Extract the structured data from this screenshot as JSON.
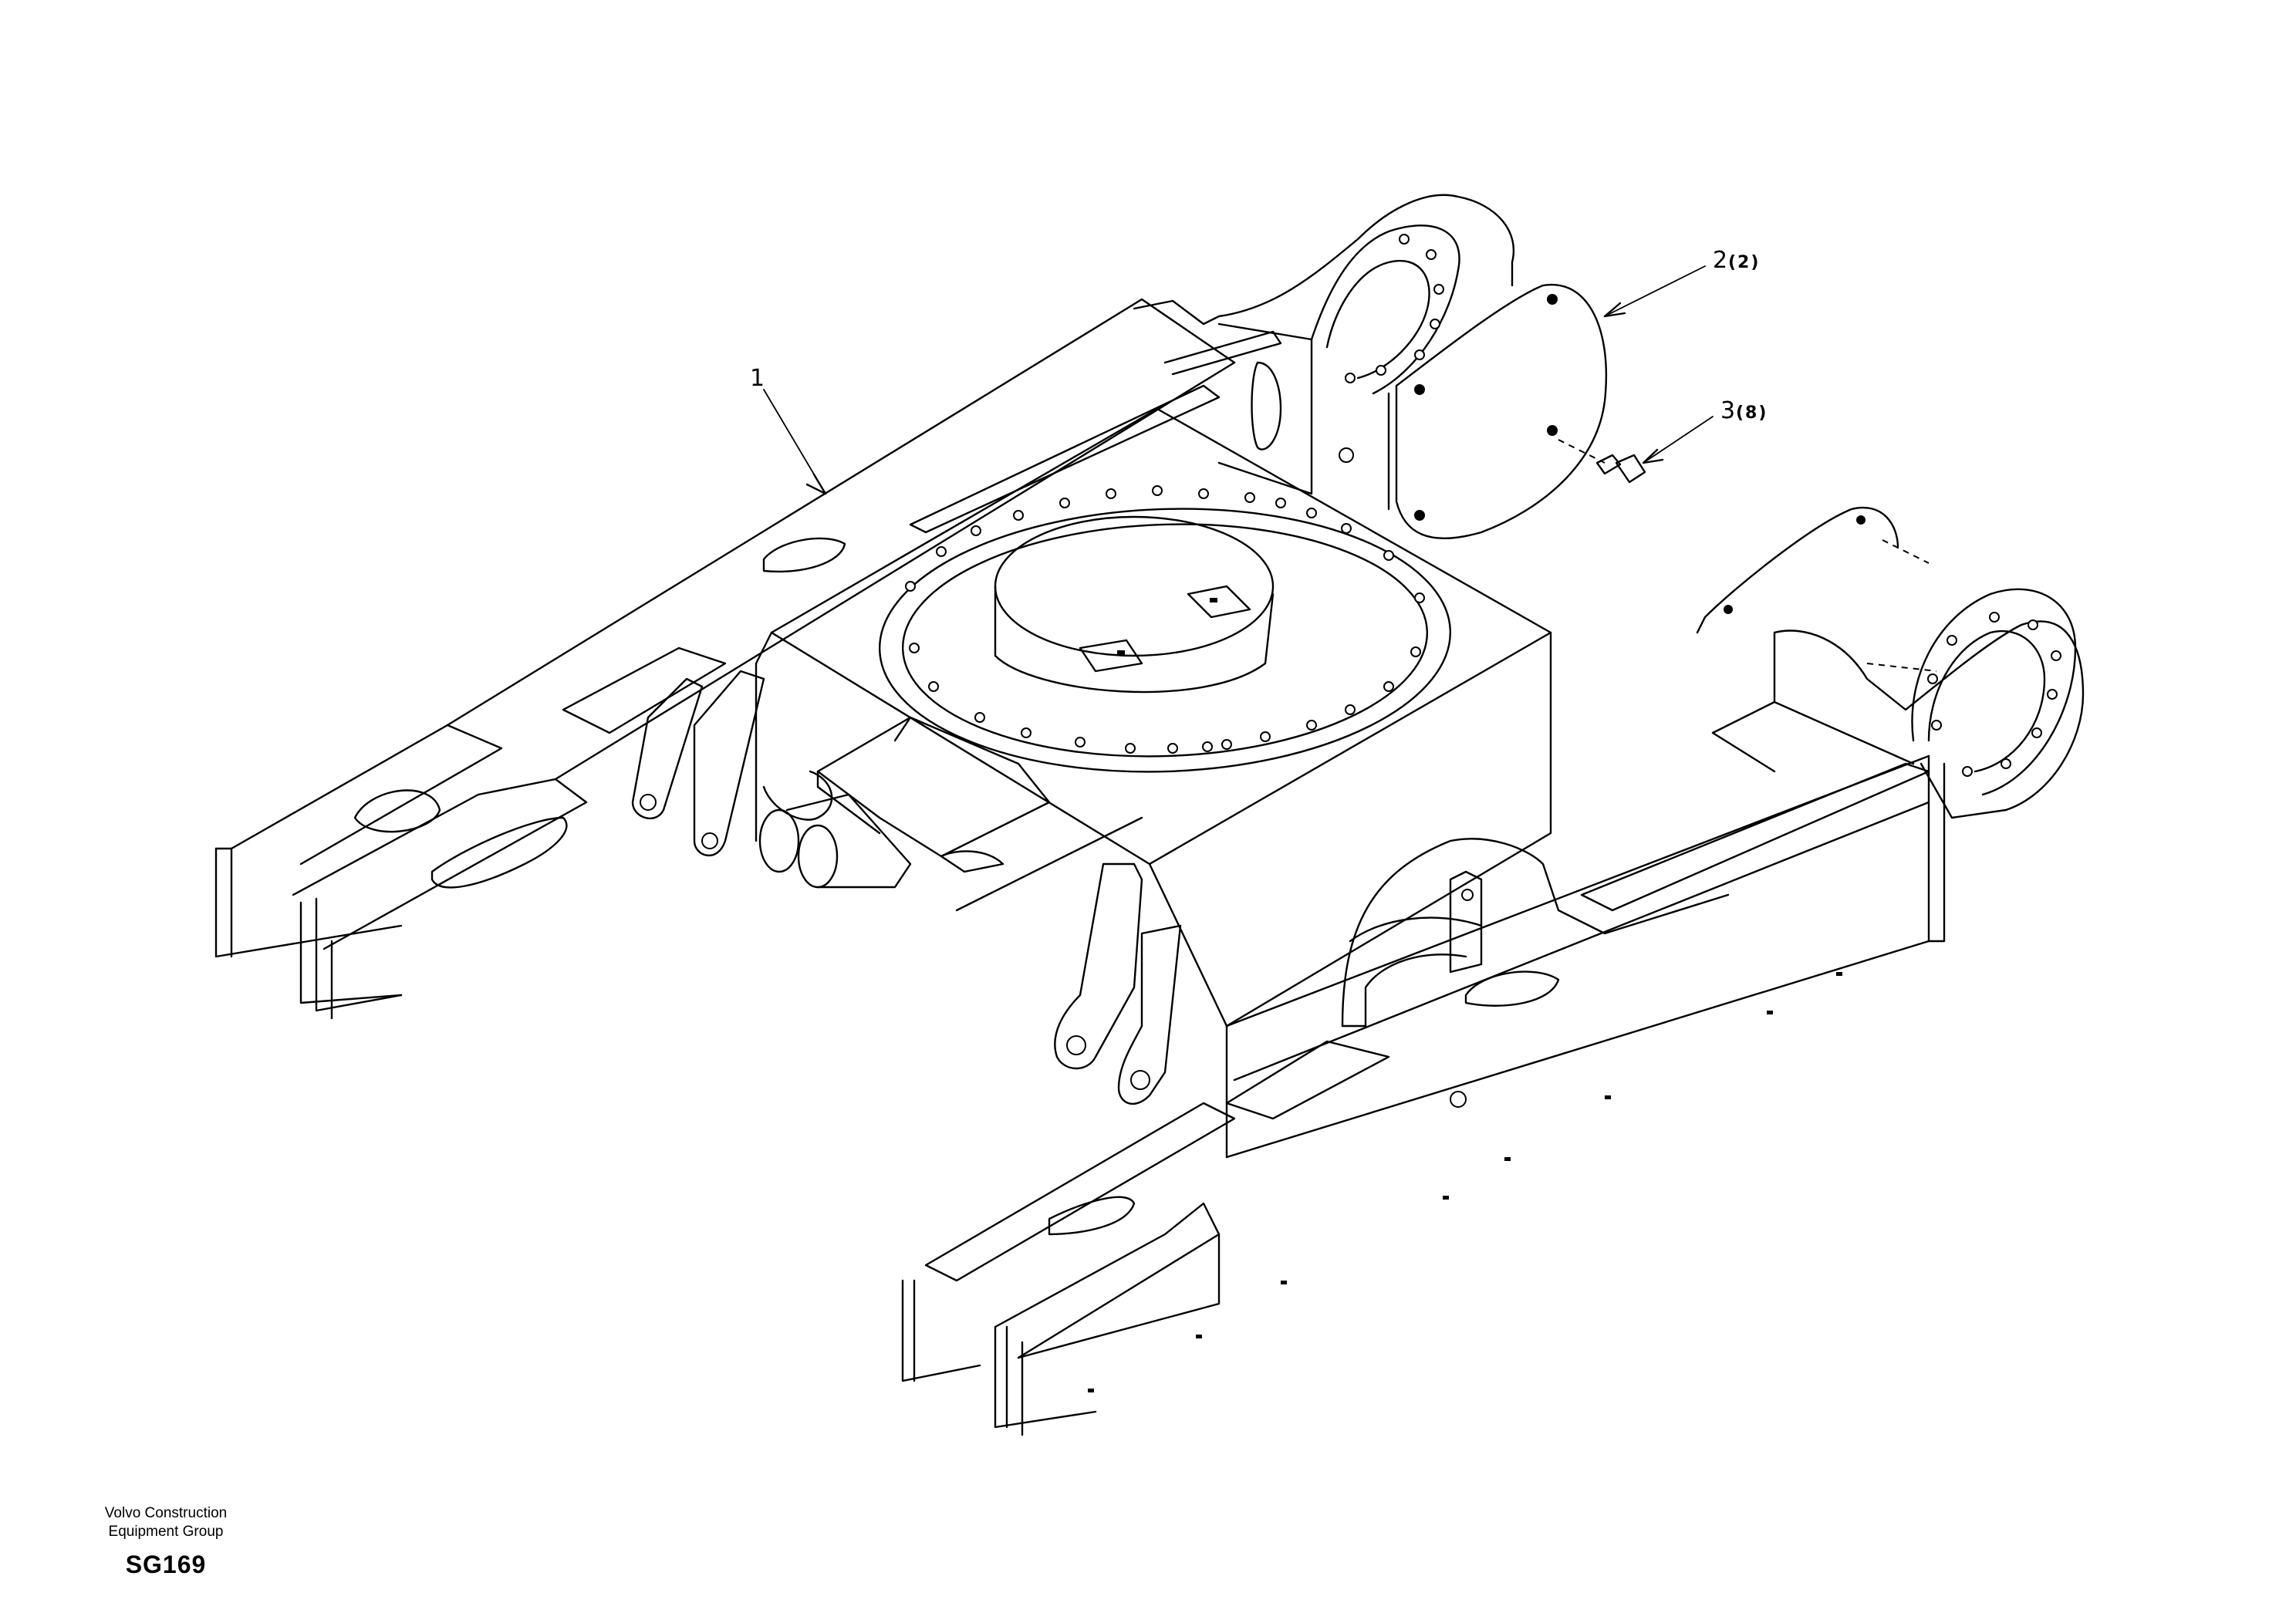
{
  "callouts": [
    {
      "number": "1",
      "qty": ""
    },
    {
      "number": "2",
      "qty": "(2)"
    },
    {
      "number": "3",
      "qty": "(8)"
    }
  ],
  "footer": {
    "company_line1": "Volvo Construction",
    "company_line2": "Equipment Group",
    "drawing_code": "SG169"
  }
}
